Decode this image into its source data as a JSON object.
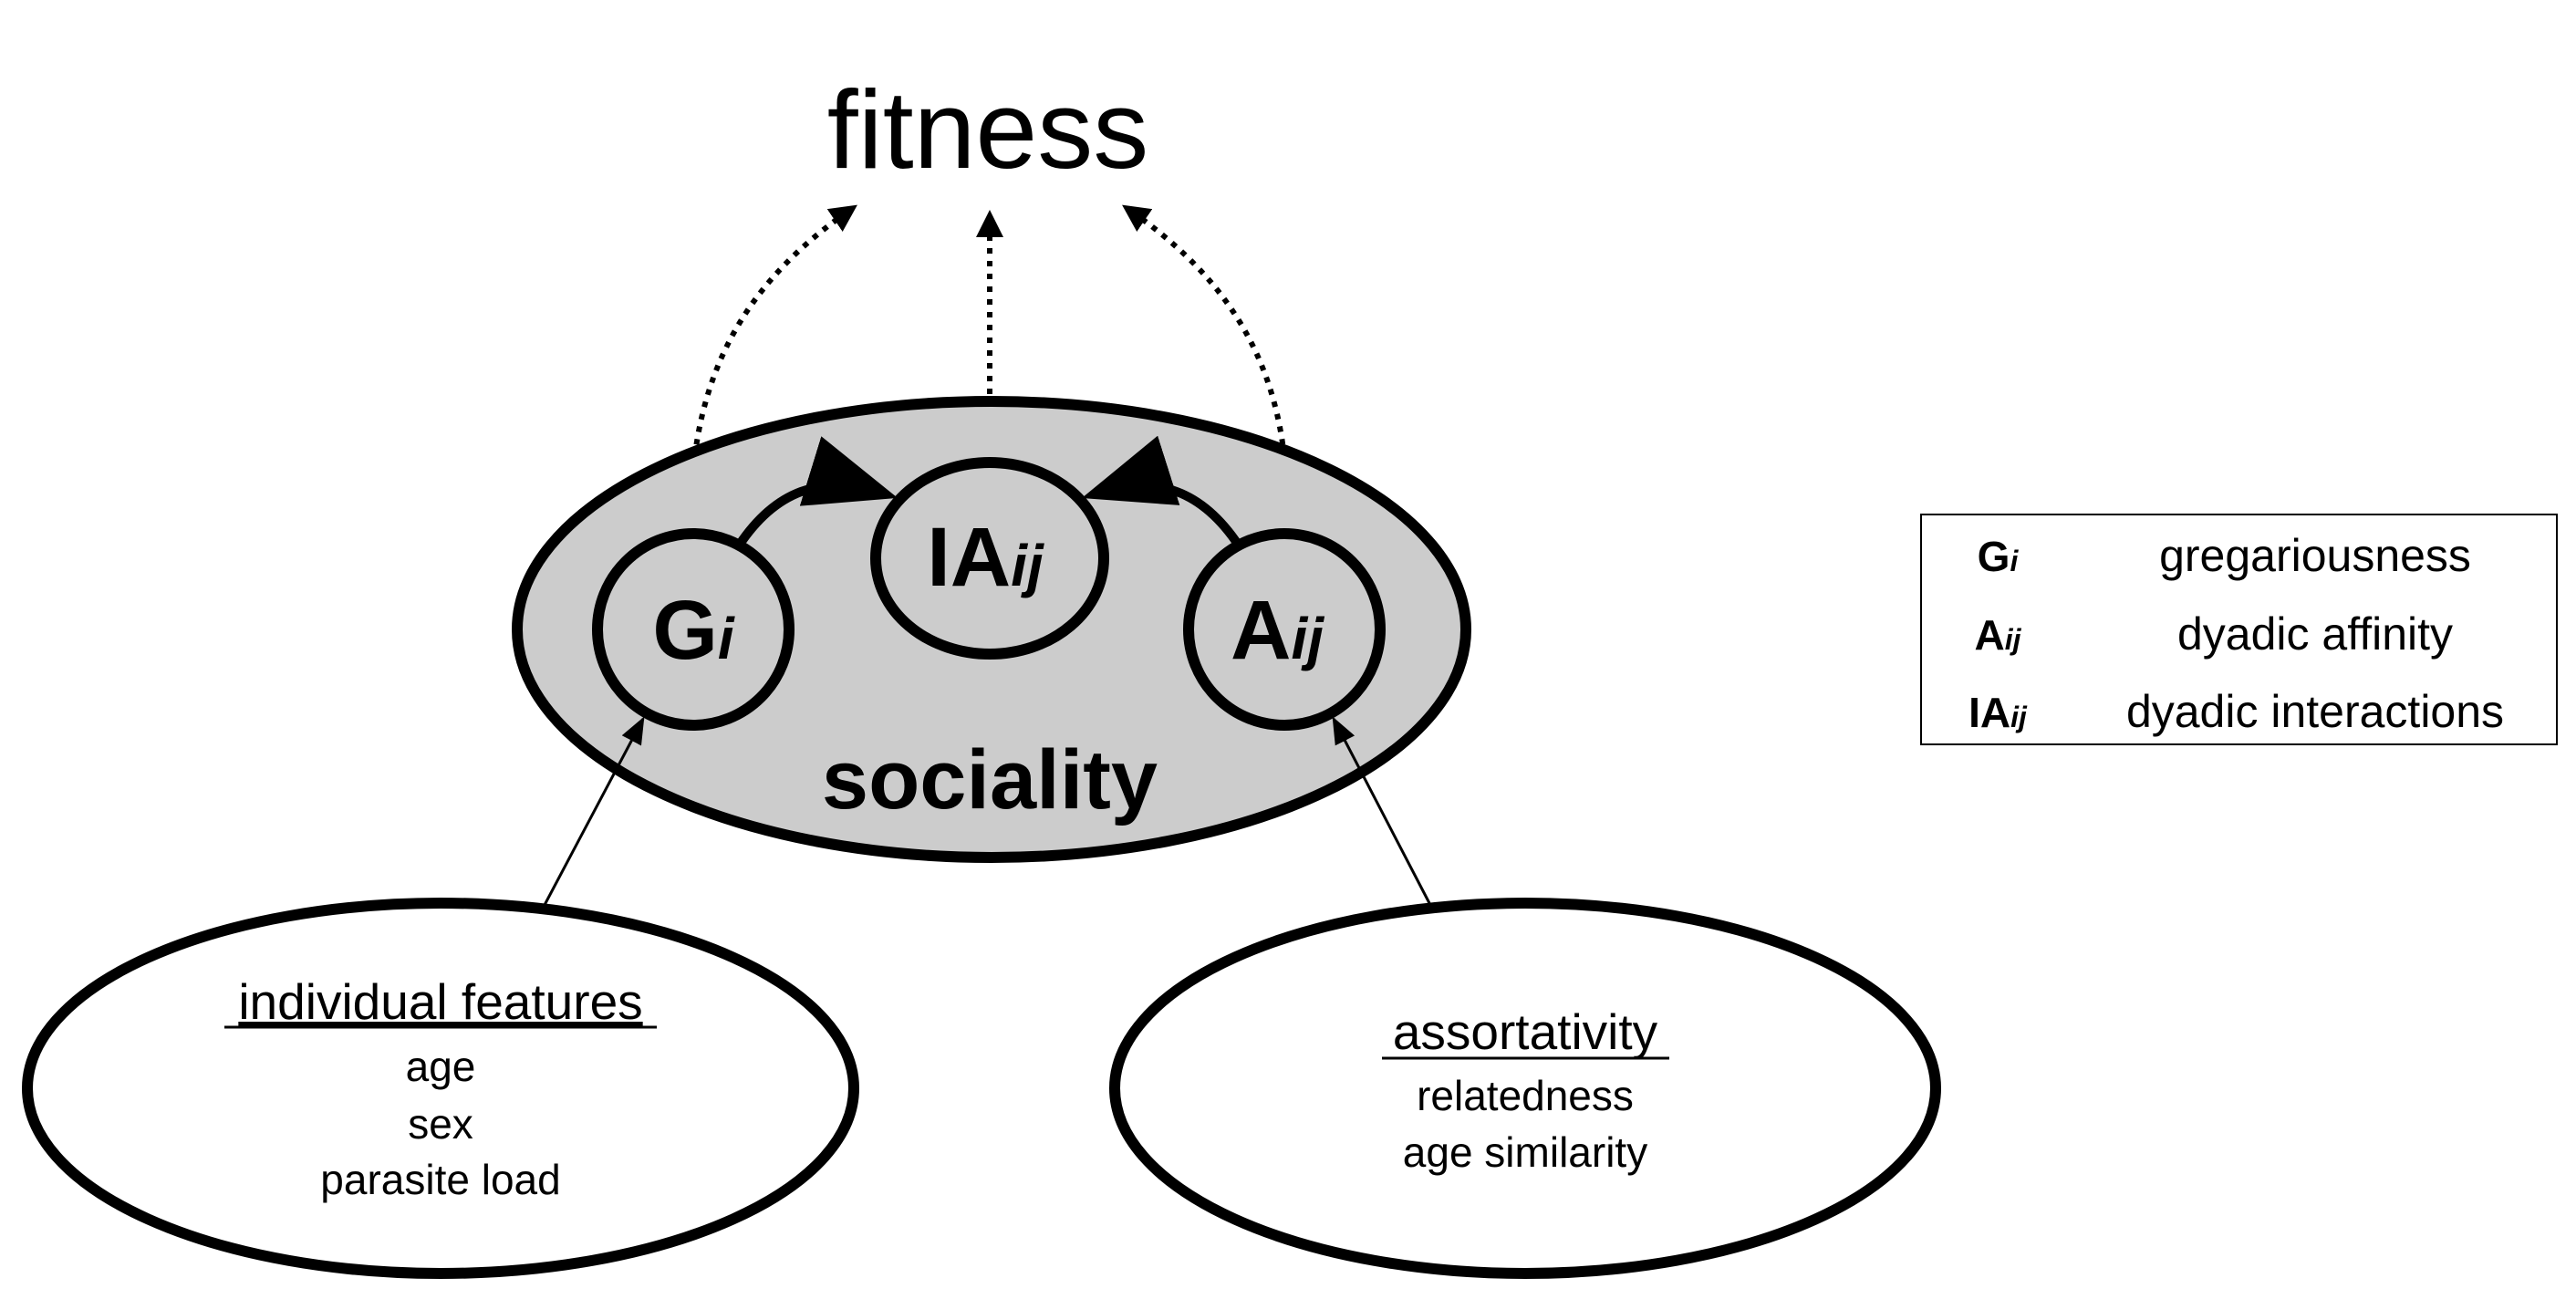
{
  "diagram": {
    "top_label": "fitness",
    "center_group": "sociality",
    "nodes": {
      "gregariousness": {
        "letter": "G",
        "sub": "i"
      },
      "interactions": {
        "letter": "IA",
        "sub": "ij"
      },
      "affinity": {
        "letter": "A",
        "sub": "ij"
      }
    },
    "individual_features": {
      "title": "individual features",
      "items": [
        "age",
        "sex",
        "parasite load"
      ]
    },
    "assortativity": {
      "title": "assortativity",
      "items": [
        "relatedness",
        "age similarity"
      ]
    }
  },
  "legend": {
    "rows": [
      {
        "letter": "G",
        "sub": "i",
        "label": "gregariousness"
      },
      {
        "letter": "A",
        "sub": "ij",
        "label": "dyadic affinity"
      },
      {
        "letter": "IA",
        "sub": "ij",
        "label": "dyadic interactions"
      }
    ]
  },
  "colors": {
    "sociality_fill": "#cccccc",
    "stroke": "#000000",
    "background": "#ffffff"
  }
}
